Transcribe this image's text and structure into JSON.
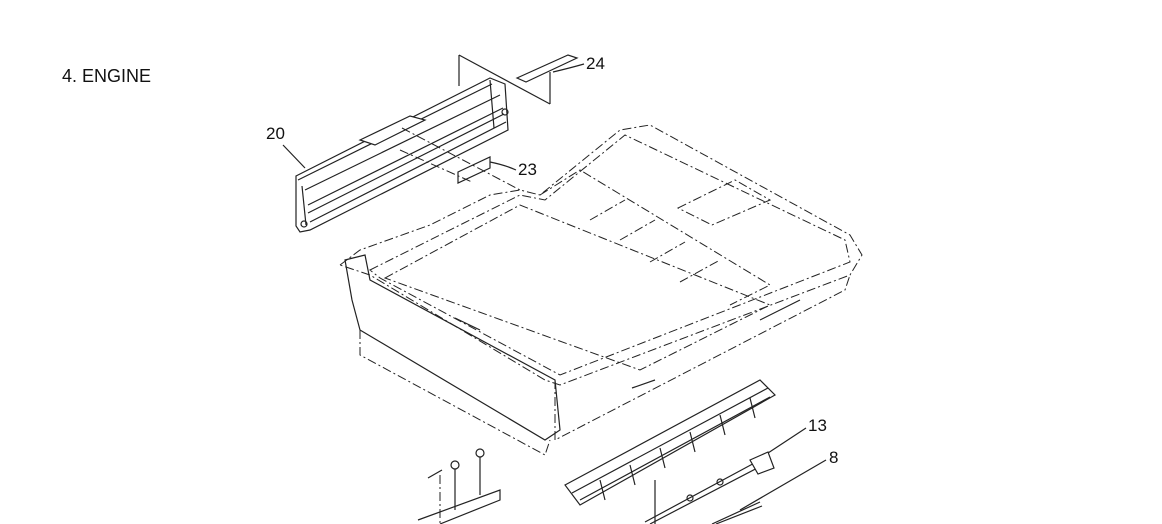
{
  "section_title": "4. ENGINE",
  "callouts": [
    {
      "id": "24",
      "label": "24"
    },
    {
      "id": "20",
      "label": "20"
    },
    {
      "id": "23",
      "label": "23"
    },
    {
      "id": "13",
      "label": "13"
    },
    {
      "id": "8",
      "label": "8"
    }
  ]
}
